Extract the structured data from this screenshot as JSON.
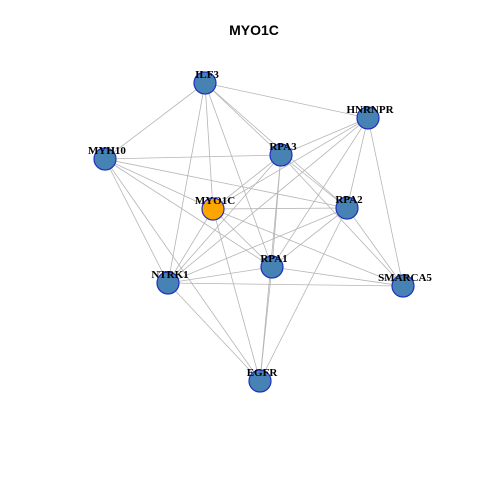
{
  "title": "MYO1C",
  "colors": {
    "hub": "#FFA500",
    "node": "#4682B4",
    "node_border": "#1f2fbf",
    "edge": "#b5b5b5"
  },
  "nodes": [
    {
      "id": "ILF3",
      "label": "ILF3",
      "hub": false
    },
    {
      "id": "HNRNPR",
      "label": "HNRNPR",
      "hub": false
    },
    {
      "id": "MYH10",
      "label": "MYH10",
      "hub": false
    },
    {
      "id": "RPA3",
      "label": "RPA3",
      "hub": false
    },
    {
      "id": "MYO1C",
      "label": "MYO1C",
      "hub": true
    },
    {
      "id": "RPA2",
      "label": "RPA2",
      "hub": false
    },
    {
      "id": "RPA1",
      "label": "RPA1",
      "hub": false
    },
    {
      "id": "NTRK1",
      "label": "NTRK1",
      "hub": false
    },
    {
      "id": "SMARCA5",
      "label": "SMARCA5",
      "hub": false
    },
    {
      "id": "EGFR",
      "label": "EGFR",
      "hub": false
    }
  ],
  "edges": [
    [
      "ILF3",
      "HNRNPR"
    ],
    [
      "ILF3",
      "MYH10"
    ],
    [
      "ILF3",
      "RPA3"
    ],
    [
      "ILF3",
      "MYO1C"
    ],
    [
      "ILF3",
      "RPA2"
    ],
    [
      "ILF3",
      "RPA1"
    ],
    [
      "ILF3",
      "NTRK1"
    ],
    [
      "HNRNPR",
      "RPA3"
    ],
    [
      "HNRNPR",
      "MYO1C"
    ],
    [
      "HNRNPR",
      "RPA2"
    ],
    [
      "HNRNPR",
      "RPA1"
    ],
    [
      "HNRNPR",
      "NTRK1"
    ],
    [
      "HNRNPR",
      "SMARCA5"
    ],
    [
      "MYH10",
      "RPA3"
    ],
    [
      "MYH10",
      "MYO1C"
    ],
    [
      "MYH10",
      "RPA2"
    ],
    [
      "MYH10",
      "RPA1"
    ],
    [
      "MYH10",
      "NTRK1"
    ],
    [
      "MYH10",
      "EGFR"
    ],
    [
      "RPA3",
      "MYO1C"
    ],
    [
      "RPA3",
      "RPA2"
    ],
    [
      "RPA3",
      "RPA1"
    ],
    [
      "RPA3",
      "NTRK1"
    ],
    [
      "RPA3",
      "SMARCA5"
    ],
    [
      "RPA3",
      "EGFR"
    ],
    [
      "MYO1C",
      "RPA2"
    ],
    [
      "MYO1C",
      "RPA1"
    ],
    [
      "MYO1C",
      "NTRK1"
    ],
    [
      "MYO1C",
      "SMARCA5"
    ],
    [
      "MYO1C",
      "EGFR"
    ],
    [
      "RPA2",
      "RPA1"
    ],
    [
      "RPA2",
      "NTRK1"
    ],
    [
      "RPA2",
      "SMARCA5"
    ],
    [
      "RPA2",
      "EGFR"
    ],
    [
      "RPA1",
      "NTRK1"
    ],
    [
      "RPA1",
      "SMARCA5"
    ],
    [
      "RPA1",
      "EGFR"
    ],
    [
      "NTRK1",
      "SMARCA5"
    ],
    [
      "NTRK1",
      "EGFR"
    ]
  ]
}
